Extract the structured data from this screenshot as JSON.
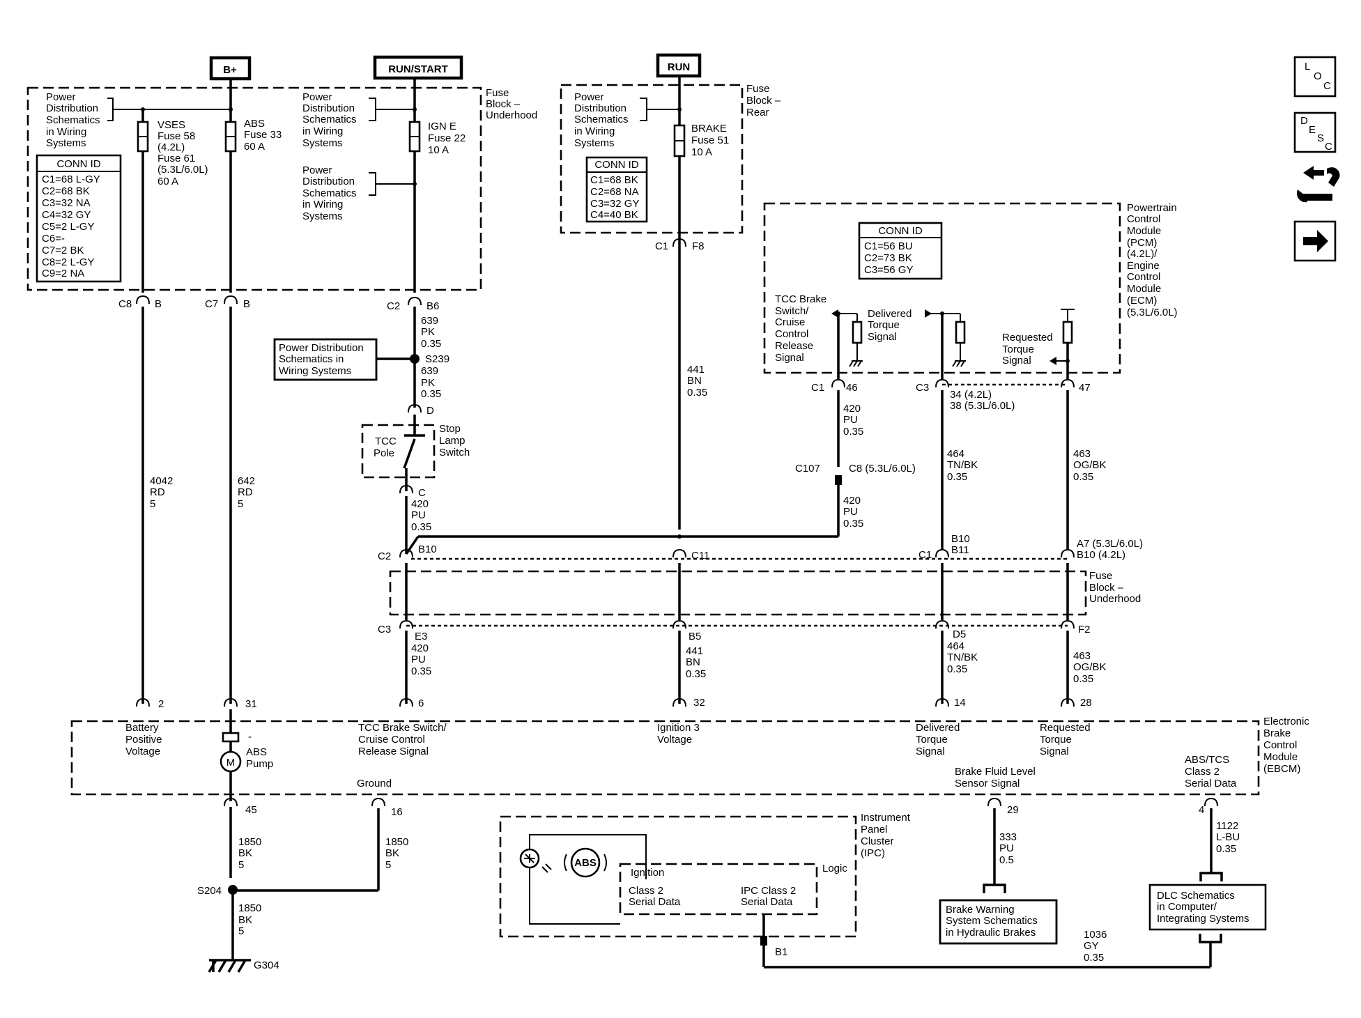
{
  "power_sources": {
    "bplus": "B+",
    "run_start": "RUN/START",
    "run": "RUN"
  },
  "nav_icons": {
    "loc": [
      "L",
      "O",
      "C"
    ],
    "desc": [
      "D",
      "E",
      "S",
      "C"
    ],
    "tools": "tools-icon",
    "next": "arrow-right-icon"
  },
  "fuse_block_underhood": {
    "name": [
      "Fuse",
      "Block –",
      "Underhood"
    ],
    "pd_ref_1": [
      "Power",
      "Distribution",
      "Schematics",
      "in Wiring",
      "Systems"
    ],
    "conn_title": "CONN ID",
    "conn_rows": [
      "C1=68 L-GY",
      "C2=68 BK",
      "C3=32 NA",
      "C4=32 GY",
      "C5=2 L-GY",
      "C6=-",
      "C7=2 BK",
      "C8=2 L-GY",
      "C9=2 NA"
    ],
    "fuse_vses": [
      "VSES",
      "Fuse 58",
      "(4.2L)",
      "Fuse 61",
      "(5.3L/6.0L)",
      "60 A"
    ],
    "fuse_abs": [
      "ABS",
      "Fuse 33",
      "60 A"
    ],
    "pd_ref_2": [
      "Power",
      "Distribution",
      "Schematics",
      "in Wiring",
      "Systems"
    ],
    "pd_ref_3": [
      "Power",
      "Distribution",
      "Schematics",
      "in Wiring",
      "Systems"
    ],
    "fuse_ign": [
      "IGN E",
      "Fuse 22",
      "10 A"
    ]
  },
  "fuse_block_rear": {
    "name": [
      "Fuse",
      "Block –",
      "Rear"
    ],
    "pd_ref": [
      "Power",
      "Distribution",
      "Schematics",
      "in Wiring",
      "Systems"
    ],
    "fuse_brake": [
      "BRAKE",
      "Fuse 51",
      "10 A"
    ],
    "conn_title": "CONN ID",
    "conn_rows": [
      "C1=68 BK",
      "C2=68 NA",
      "C3=32 GY",
      "C4=40 BK"
    ]
  },
  "pcm": {
    "name": [
      "Powertrain",
      "Control",
      "Module",
      "(PCM)",
      "(4.2L)/",
      "Engine",
      "Control",
      "Module",
      "(ECM)",
      "(5.3L/6.0L)"
    ],
    "conn_title": "CONN ID",
    "conn_rows": [
      "C1=56 BU",
      "C2=73 BK",
      "C3=56 GY"
    ],
    "tcc_label": [
      "TCC Brake",
      "Switch/",
      "Cruise",
      "Control",
      "Release",
      "Signal"
    ],
    "delivered_label": [
      "Delivered",
      "Torque",
      "Signal"
    ],
    "requested_label": [
      "Requested",
      "Torque",
      "Signal"
    ]
  },
  "connectors": {
    "c8": "C8",
    "c8_pin": "B",
    "c7": "C7",
    "c7_pin": "B",
    "c2a": "C2",
    "c2a_pin": "B6",
    "c1_rear": "C1",
    "c1_rear_pin": "F8",
    "pcm_c1": "C1",
    "pcm_c1_pin": "46",
    "pcm_c3": "C3",
    "pcm_c3_pin": [
      "34 (4.2L)",
      "38 (5.3L/6.0L)"
    ],
    "pcm_47": "47",
    "c107": "C107",
    "c107_pin": "C8 (5.3L/6.0L)",
    "stop_d": "D",
    "stop_c": "C",
    "fb_c2": "C2",
    "fb_b10": "B10",
    "fb_c11": "C11",
    "fb_c1": "C1",
    "fb_b10b11": [
      "B10",
      "B11"
    ],
    "fb_a7": [
      "A7 (5.3L/6.0L)",
      "B10 (4.2L)"
    ],
    "fb_c3": "C3",
    "fb_e3": "E3",
    "fb_b5": "B5",
    "fb_d5": "D5",
    "fb_f2": "F2",
    "ebcm_2": "2",
    "ebcm_31": "31",
    "ebcm_6": "6",
    "ebcm_32": "32",
    "ebcm_14": "14",
    "ebcm_28": "28",
    "ebcm_45": "45",
    "ebcm_16": "16",
    "ebcm_29": "29",
    "ebcm_4": "4",
    "ipc_b1": "B1"
  },
  "splices": {
    "s239": "S239",
    "s204": "S204",
    "g304": "G304"
  },
  "wires": {
    "w639a": [
      "639",
      "PK",
      "0.35"
    ],
    "w639b": [
      "639",
      "PK",
      "0.35"
    ],
    "w4042": [
      "4042",
      "RD",
      "5"
    ],
    "w642": [
      "642",
      "RD",
      "5"
    ],
    "w441a": [
      "441",
      "BN",
      "0.35"
    ],
    "w441b": [
      "441",
      "BN",
      "0.35"
    ],
    "w420a": [
      "420",
      "PU",
      "0.35"
    ],
    "w420b": [
      "420",
      "PU",
      "0.35"
    ],
    "w420c": [
      "420",
      "PU",
      "0.35"
    ],
    "w420d": [
      "420",
      "PU",
      "0.35"
    ],
    "w464a": [
      "464",
      "TN/BK",
      "0.35"
    ],
    "w464b": [
      "464",
      "TN/BK",
      "0.35"
    ],
    "w463a": [
      "463",
      "OG/BK",
      "0.35"
    ],
    "w463b": [
      "463",
      "OG/BK",
      "0.35"
    ],
    "w1850a": [
      "1850",
      "BK",
      "5"
    ],
    "w1850b": [
      "1850",
      "BK",
      "5"
    ],
    "w1850c": [
      "1850",
      "BK",
      "5"
    ],
    "w333": [
      "333",
      "PU",
      "0.5"
    ],
    "w1122": [
      "1122",
      "L-BU",
      "0.35"
    ],
    "w1036": [
      "1036",
      "GY",
      "0.35"
    ]
  },
  "pd_ref_s239": [
    "Power Distribution",
    "Schematics in",
    "Wiring Systems"
  ],
  "stop_lamp": {
    "tcc_pole": [
      "TCC",
      "Pole"
    ],
    "label": [
      "Stop",
      "Lamp",
      "Switch"
    ]
  },
  "fuse_block_mid": [
    "Fuse",
    "Block –",
    "Underhood"
  ],
  "ebcm": {
    "name": [
      "Electronic",
      "Brake",
      "Control",
      "Module",
      "(EBCM)"
    ],
    "battery": [
      "Battery",
      "Positive",
      "Voltage"
    ],
    "abs_pump": [
      "ABS",
      "Pump"
    ],
    "motor": "M",
    "minus": "-",
    "tcc": [
      "TCC Brake Switch/",
      "Cruise Control",
      "Release Signal"
    ],
    "ign3": [
      "Ignition 3",
      "Voltage"
    ],
    "delivered": [
      "Delivered",
      "Torque",
      "Signal"
    ],
    "requested": [
      "Requested",
      "Torque",
      "Signal"
    ],
    "ground": "Ground",
    "brake_fluid": [
      "Brake Fluid Level",
      "Sensor Signal"
    ],
    "abs_tcs": [
      "ABS/TCS",
      "Class 2",
      "Serial Data"
    ]
  },
  "ipc": {
    "name": [
      "Instrument",
      "Panel",
      "Cluster",
      "(IPC)"
    ],
    "abs_text": "ABS",
    "ignition": "Ignition",
    "logic": "Logic",
    "class2": [
      "Class 2",
      "Serial Data"
    ],
    "ipc_class2": [
      "IPC Class 2",
      "Serial Data"
    ]
  },
  "brake_warning": [
    "Brake Warning",
    "System Schematics",
    "in Hydraulic Brakes"
  ],
  "dlc": [
    "DLC Schematics",
    "in Computer/",
    "Integrating Systems"
  ]
}
